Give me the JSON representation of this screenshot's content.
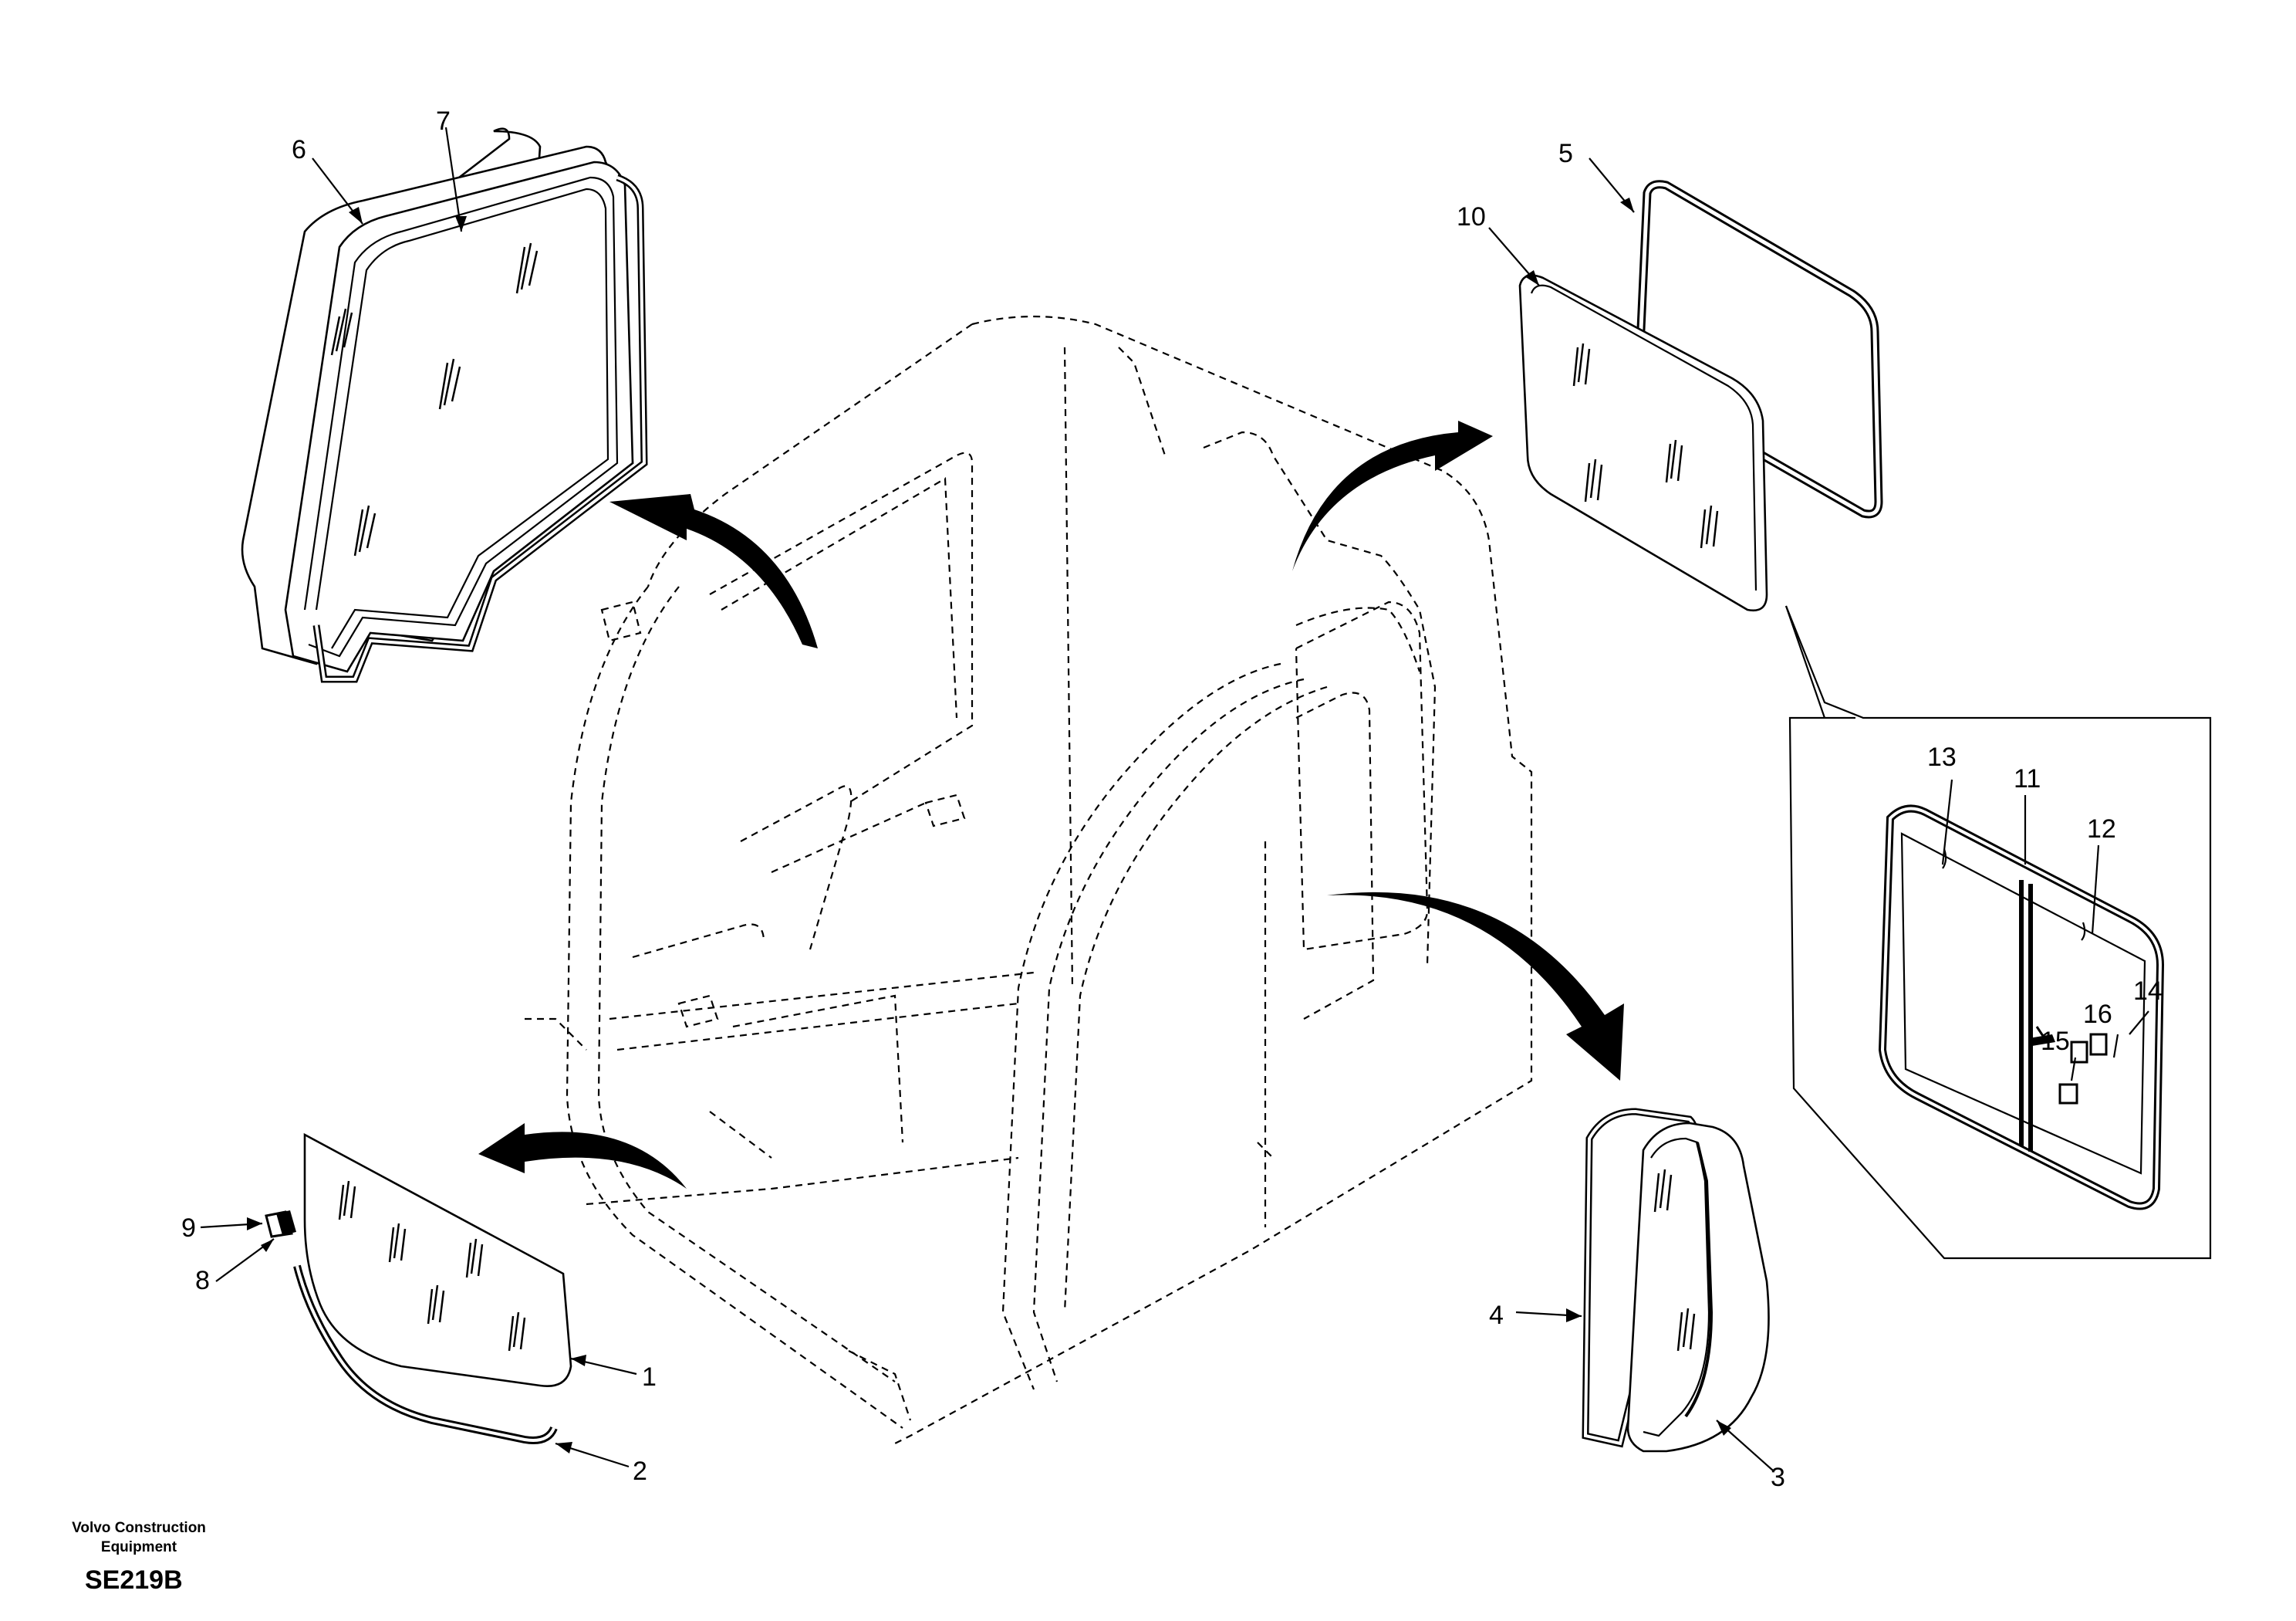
{
  "callouts": {
    "c1": "1",
    "c2": "2",
    "c3": "3",
    "c4": "4",
    "c5": "5",
    "c6": "6",
    "c7": "7",
    "c8": "8",
    "c9": "9",
    "c10": "10",
    "c11": "11",
    "c12": "12",
    "c13": "13",
    "c14": "14",
    "c15": "15",
    "c16": "16"
  },
  "footer": {
    "company_line1": "Volvo Construction",
    "company_line2": "Equipment",
    "drawing_code": "SE219B"
  }
}
